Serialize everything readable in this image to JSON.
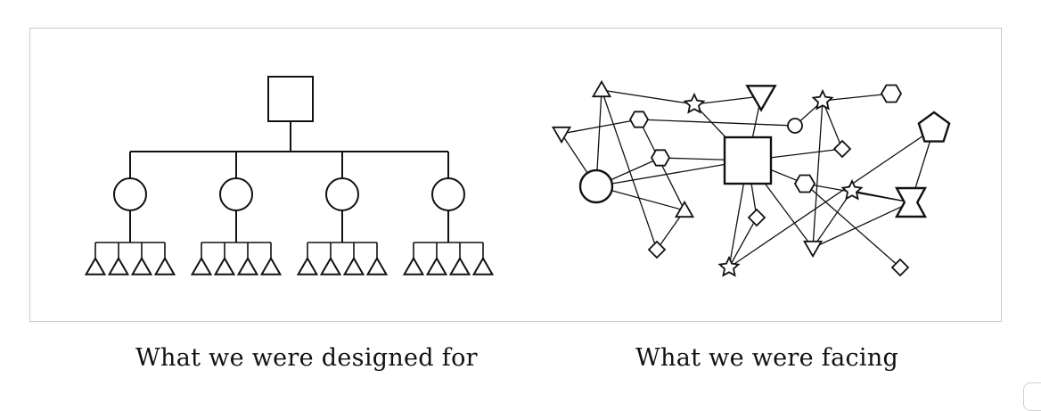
{
  "captions": {
    "left": "What we were designed for",
    "right": "What we were facing"
  },
  "colors": {
    "stroke": "#111111",
    "frame_border": "#c9c9c9",
    "background": "#ffffff"
  },
  "hierarchy": {
    "root_shape": "square",
    "levels": [
      {
        "shape": "circle",
        "count": 4
      },
      {
        "shape": "triangle",
        "count_per_parent": 4
      }
    ]
  },
  "network": {
    "nodes": [
      {
        "id": "sq",
        "shape": "square"
      },
      {
        "id": "c1",
        "shape": "circle"
      },
      {
        "id": "c2",
        "shape": "circle"
      },
      {
        "id": "t1",
        "shape": "triangle-up"
      },
      {
        "id": "t2",
        "shape": "triangle-up"
      },
      {
        "id": "d1",
        "shape": "triangle-down"
      },
      {
        "id": "d2",
        "shape": "triangle-down"
      },
      {
        "id": "d3",
        "shape": "triangle-down"
      },
      {
        "id": "h1",
        "shape": "hexagon"
      },
      {
        "id": "h2",
        "shape": "hexagon"
      },
      {
        "id": "h3",
        "shape": "hexagon"
      },
      {
        "id": "h4",
        "shape": "hexagon"
      },
      {
        "id": "s1",
        "shape": "star"
      },
      {
        "id": "s2",
        "shape": "star"
      },
      {
        "id": "s3",
        "shape": "star"
      },
      {
        "id": "s4",
        "shape": "star"
      },
      {
        "id": "m1",
        "shape": "diamond"
      },
      {
        "id": "m2",
        "shape": "diamond"
      },
      {
        "id": "m3",
        "shape": "diamond"
      },
      {
        "id": "m4",
        "shape": "diamond"
      },
      {
        "id": "p1",
        "shape": "pentagon"
      },
      {
        "id": "hg",
        "shape": "hourglass"
      }
    ],
    "edges": [
      [
        "t1",
        "c1"
      ],
      [
        "t1",
        "s1"
      ],
      [
        "t1",
        "m3"
      ],
      [
        "d1",
        "h1"
      ],
      [
        "h1",
        "c2"
      ],
      [
        "h1",
        "t2"
      ],
      [
        "s1",
        "d2"
      ],
      [
        "s1",
        "sq"
      ],
      [
        "d2",
        "sq"
      ],
      [
        "s2",
        "c2"
      ],
      [
        "s2",
        "h4"
      ],
      [
        "s2",
        "d3"
      ],
      [
        "s2",
        "m1"
      ],
      [
        "c1",
        "h2"
      ],
      [
        "c1",
        "sq"
      ],
      [
        "c1",
        "t2"
      ],
      [
        "h2",
        "sq"
      ],
      [
        "sq",
        "m1"
      ],
      [
        "sq",
        "m2"
      ],
      [
        "sq",
        "s4"
      ],
      [
        "sq",
        "d3"
      ],
      [
        "sq",
        "h3"
      ],
      [
        "h3",
        "hg"
      ],
      [
        "h3",
        "m4"
      ],
      [
        "s3",
        "hg"
      ],
      [
        "s3",
        "d3"
      ],
      [
        "p1",
        "s4"
      ],
      [
        "p1",
        "hg"
      ],
      [
        "t2",
        "m3"
      ],
      [
        "hg",
        "d3"
      ],
      [
        "d1",
        "c1"
      ],
      [
        "s4",
        "m2"
      ]
    ]
  }
}
